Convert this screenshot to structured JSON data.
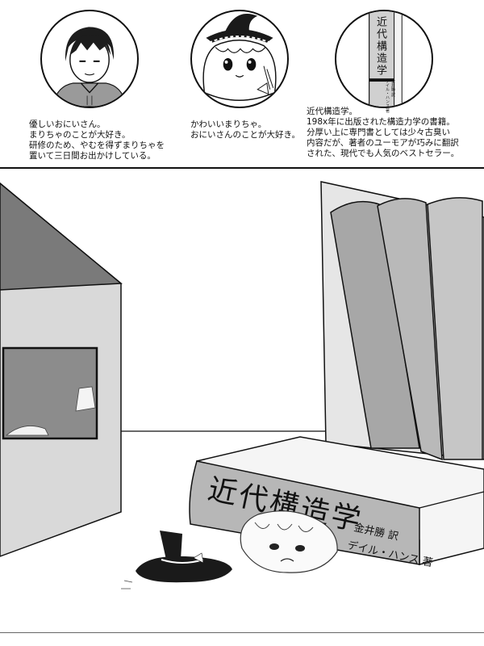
{
  "characters": {
    "brother": {
      "caption": "優しいおにいさん。\nまりちゃのことが大好き。\n研修のため、やむを得ずまりちゃを\n置いて三日間お出かけしている。"
    },
    "marisa": {
      "caption": "かわいいまりちゃ。\nおにいさんのことが大好き。"
    },
    "book": {
      "spine_title": "近代構造学",
      "spine_author": "金井勝 訳\nデイル・ハンス 著",
      "caption": "近代構造学。\n198x年に出版された構造力学の書籍。\n分厚い上に専門書としては少々古臭い\n内容だが、著者のユーモアが巧みに翻訳\nされた、現代でも人気のベストセラー。"
    }
  },
  "scene": {
    "book_title": "近代構造学",
    "book_translator": "金井勝 訳",
    "book_author": "デイル・ハンス 著"
  },
  "colors": {
    "ink": "#111111",
    "wall_gray": "#d6d6d6",
    "roof_gray": "#7d7d7d",
    "book_gray": "#bdbdbd",
    "floor": "#ffffff"
  }
}
